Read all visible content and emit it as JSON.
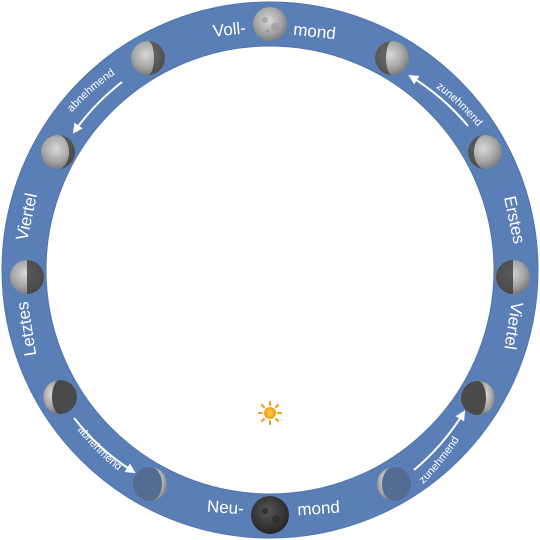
{
  "labels": {
    "full_moon_left": "Voll-",
    "full_moon_right": "mond",
    "new_moon_left": "Neu-",
    "new_moon_right": "mond",
    "first_quarter_top": "Erstes",
    "first_quarter_bottom": "Viertel",
    "last_quarter_top": "Viertel",
    "last_quarter_bottom": "Letztes",
    "waxing": "zunehmend",
    "waning": "abnehmend"
  },
  "colors": {
    "ring": "#5a7fb6",
    "inner": "#ffffff",
    "sun": "#f5a623",
    "moon_lit": "#b5b5b5",
    "moon_dark": "#3a3a3a"
  },
  "icons": {
    "sun": "sun-icon",
    "moon": "moon-phase-icon"
  }
}
